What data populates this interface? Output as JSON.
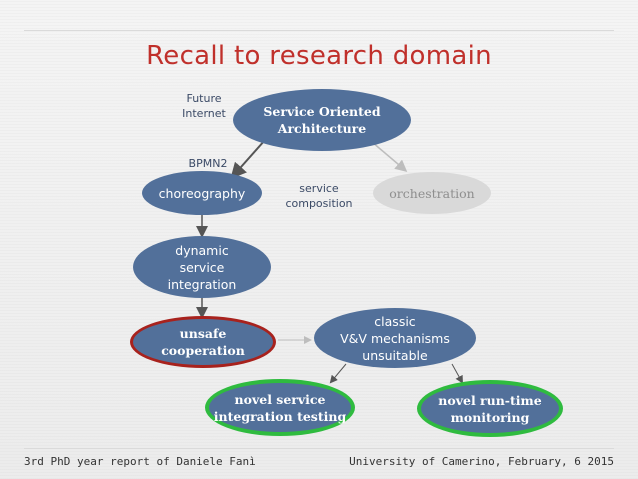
{
  "title": "Recall to research domain",
  "notes": {
    "future_internet": "Future\nInternet",
    "bpmn2": "BPMN2",
    "service_composition": "service\ncomposition"
  },
  "nodes": {
    "soa": "Service Oriented\nArchitecture",
    "choreography": "choreography",
    "orchestration": "orchestration",
    "dynamic_integration": "dynamic\nservice\nintegration",
    "unsafe_cooperation": "unsafe\ncooperation",
    "classic_vv": "classic\nV&V mechanisms\nunsuitable",
    "novel_testing": "novel service\nintegration testing",
    "novel_monitoring": "novel run-time\nmonitoring"
  },
  "footer": {
    "left": "3rd PhD year report of Daniele Fanì",
    "right": "University of Camerino, February, 6 2015"
  },
  "colors": {
    "title": "#c0302b",
    "node_blue": "#52709a",
    "node_grey": "#d9d9d9",
    "ring_red": "#a8221d",
    "ring_green": "#2fbb3f"
  }
}
